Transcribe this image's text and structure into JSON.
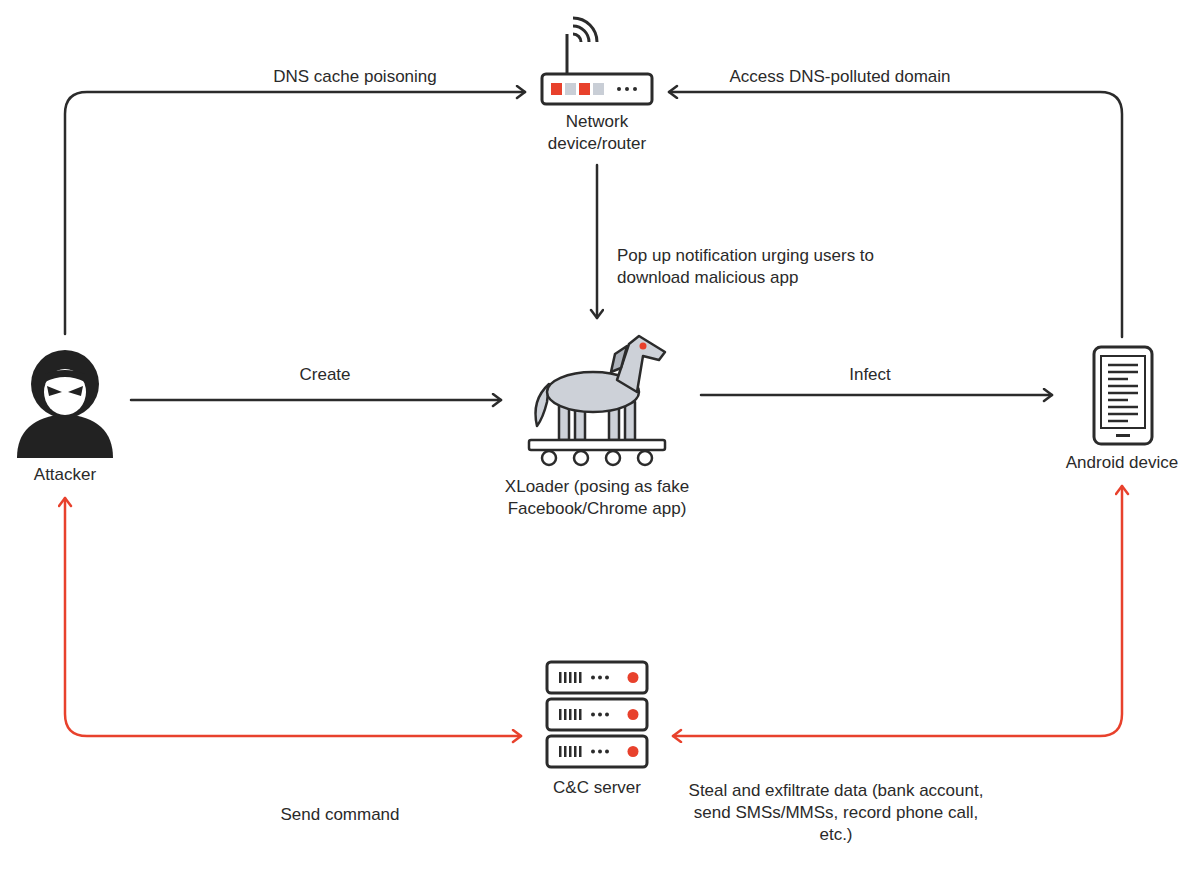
{
  "diagram": {
    "nodes": [
      {
        "text": [
          "Network device/router"
        ]
      },
      {
        "text": [
          "Attacker"
        ]
      },
      {
        "text": [
          "XLoader (posing as fake Facebook/Chrome app)"
        ]
      },
      {
        "text": [
          "Android device"
        ]
      },
      {
        "text": [
          "C&C server"
        ]
      }
    ],
    "edges": [
      {
        "from": 1,
        "to": 0,
        "label": "DNS cache poisoning",
        "arrow": "to"
      },
      {
        "from": 3,
        "to": 0,
        "label": "Access DNS-polluted domain",
        "arrow": "to"
      },
      {
        "from": 0,
        "to": 2,
        "label": "Pop up notification urging users to download malicious app",
        "arrow": "to"
      },
      {
        "from": 1,
        "to": 2,
        "label": "Create",
        "arrow": "to"
      },
      {
        "from": 2,
        "to": 3,
        "label": "Infect",
        "arrow": "to"
      },
      {
        "from": 4,
        "to": 1,
        "label": "Send command",
        "arrow": "both"
      },
      {
        "from": 4,
        "to": 3,
        "label": "Steal and exfiltrate data (bank account, send SMSs/MMSs, record phone call, etc.)",
        "arrow": "both"
      }
    ]
  }
}
